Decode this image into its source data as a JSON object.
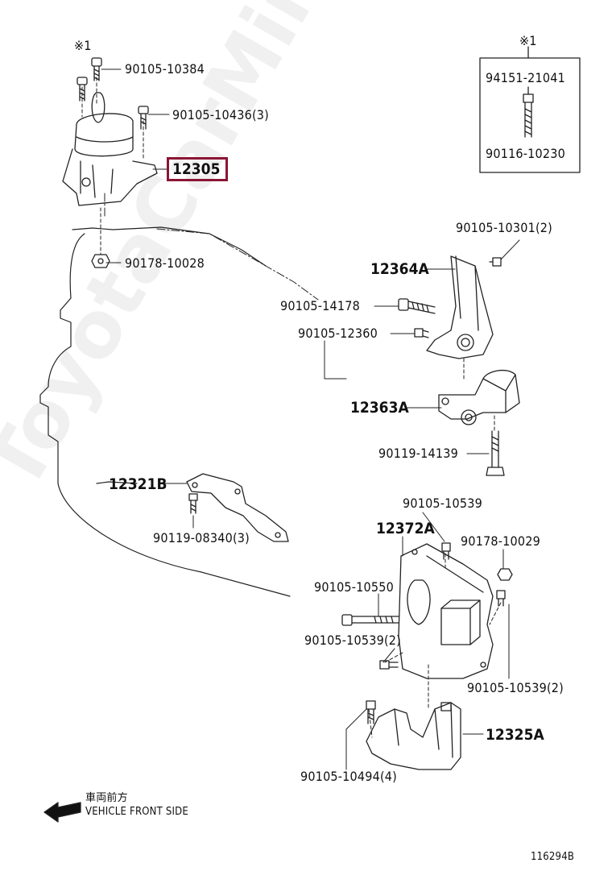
{
  "watermark": "ToyotaCarMine.ru",
  "diagram_id": "116294B",
  "note_mark": "※1",
  "direction": {
    "jp": "車両前方",
    "en": "VEHICLE FRONT SIDE"
  },
  "highlight_part": "12305",
  "parts": {
    "p_90105_10384": "90105-10384",
    "p_90105_10436": "90105-10436(3)",
    "p_90178_10028": "90178-10028",
    "p_94151_21041": "94151-21041",
    "p_90116_10230": "90116-10230",
    "p_90105_10301": "90105-10301(2)",
    "p_12364A": "12364A",
    "p_90105_14178": "90105-14178",
    "p_90105_12360": "90105-12360",
    "p_12363A": "12363A",
    "p_90119_14139": "90119-14139",
    "p_12321B": "12321B",
    "p_90119_08340": "90119-08340(3)",
    "p_90105_10539": "90105-10539",
    "p_12372A": "12372A",
    "p_90178_10029": "90178-10029",
    "p_90105_10550": "90105-10550",
    "p_90105_10539_2a": "90105-10539(2)",
    "p_90105_10539_2b": "90105-10539(2)",
    "p_12325A": "12325A",
    "p_90105_10494": "90105-10494(4)"
  }
}
